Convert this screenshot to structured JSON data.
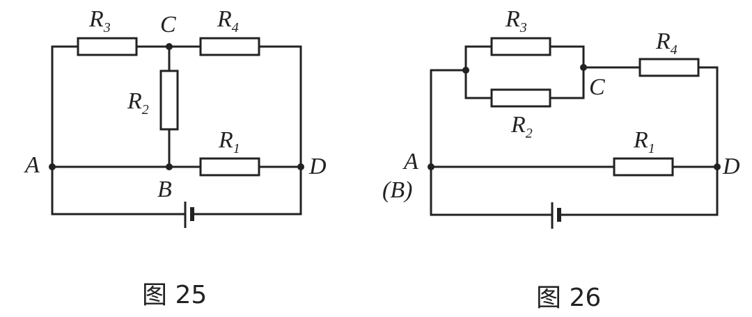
{
  "figures": [
    {
      "caption": "图 25",
      "resistors": [
        {
          "letter": "R",
          "sub": "3"
        },
        {
          "letter": "R",
          "sub": "4"
        },
        {
          "letter": "R",
          "sub": "2"
        },
        {
          "letter": "R",
          "sub": "1"
        }
      ],
      "nodes": {
        "A": "A",
        "B": "B",
        "C": "C",
        "D": "D"
      }
    },
    {
      "caption": "图 26",
      "resistors": [
        {
          "letter": "R",
          "sub": "3"
        },
        {
          "letter": "R",
          "sub": "2"
        },
        {
          "letter": "R",
          "sub": "4"
        },
        {
          "letter": "R",
          "sub": "1"
        }
      ],
      "nodes": {
        "A": "A",
        "B": "(B)",
        "C": "C",
        "D": "D"
      }
    }
  ]
}
